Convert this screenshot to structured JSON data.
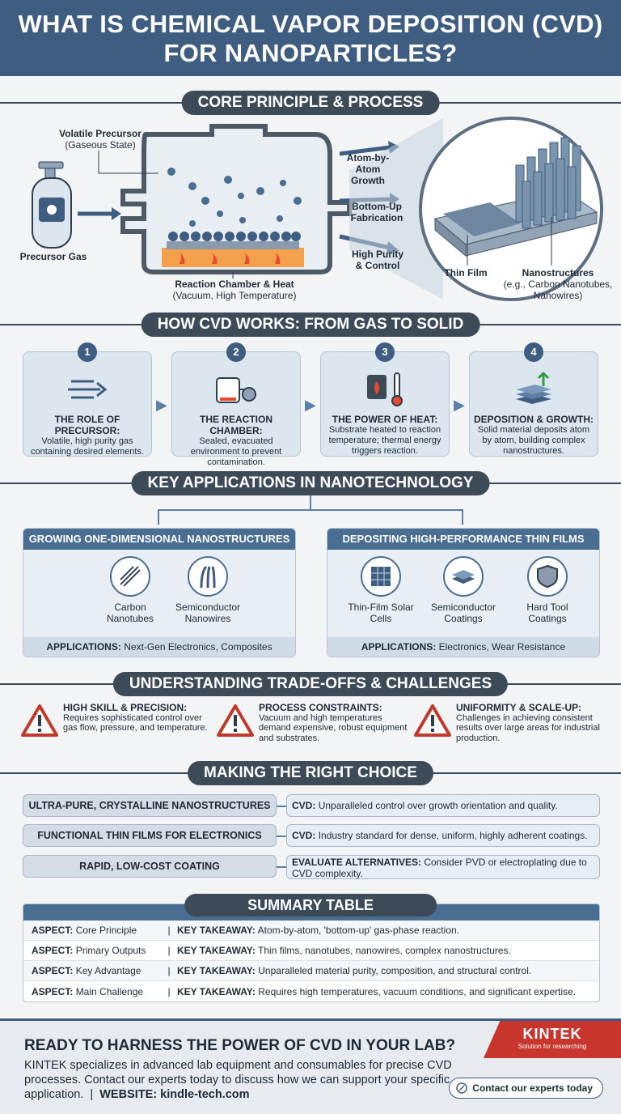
{
  "header": {
    "title": "WHAT IS CHEMICAL VAPOR DEPOSITION (CVD) FOR NANOPARTICLES?"
  },
  "core": {
    "title": "CORE PRINCIPLE & PROCESS",
    "volatile_precursor": "Volatile Precursor",
    "gaseous_state": "(Gaseous State)",
    "precursor_gas": "Precursor Gas",
    "chamber_label": "Reaction Chamber & Heat",
    "chamber_sub": "(Vacuum, High Temperature)",
    "atom_growth": "Atom-by-Atom Growth",
    "bottom_up": "Bottom-Up Fabrication",
    "high_purity": "High Purity & Control",
    "thin_film": "Thin Film",
    "nanostructures": "Nanostructures",
    "nanostructures_sub": "(e.g., Carbon Nanotubes, Nanowires)"
  },
  "how": {
    "title": "HOW CVD WORKS: FROM GAS TO SOLID",
    "steps": [
      {
        "num": "1",
        "title": "THE ROLE OF PRECURSOR:",
        "desc": "Volatile, high purity gas containing desired elements."
      },
      {
        "num": "2",
        "title": "THE REACTION CHAMBER:",
        "desc": "Sealed, evacuated environment to prevent contamination."
      },
      {
        "num": "3",
        "title": "THE POWER OF HEAT:",
        "desc": "Substrate heated to reaction temperature; thermal energy triggers reaction."
      },
      {
        "num": "4",
        "title": "DEPOSITION & GROWTH:",
        "desc": "Solid material deposits atom by atom, building complex nanostructures."
      }
    ]
  },
  "apps": {
    "title": "KEY APPLICATIONS IN NANOTECHNOLOGY",
    "left": {
      "header": "GROWING ONE-DIMENSIONAL NANOSTRUCTURES",
      "items": [
        "Carbon Nanotubes",
        "Semiconductor Nanowires"
      ],
      "apps_label": "APPLICATIONS:",
      "apps_value": "Next-Gen Electronics, Composites"
    },
    "right": {
      "header": "DEPOSITING HIGH-PERFORMANCE THIN FILMS",
      "items": [
        "Thin-Film Solar Cells",
        "Semiconductor Coatings",
        "Hard Tool Coatings"
      ],
      "apps_label": "APPLICATIONS:",
      "apps_value": "Electronics, Wear Resistance"
    }
  },
  "tradeoffs": {
    "title": "UNDERSTANDING TRADE-OFFS & CHALLENGES",
    "items": [
      {
        "title": "HIGH SKILL & PRECISION:",
        "desc": "Requires sophisticated control over gas flow, pressure, and temperature."
      },
      {
        "title": "PROCESS CONSTRAINTS:",
        "desc": "Vacuum and high temperatures demand expensive, robust equipment and substrates."
      },
      {
        "title": "UNIFORMITY & SCALE-UP:",
        "desc": "Challenges in achieving consistent results over large areas for industrial production."
      }
    ]
  },
  "choice": {
    "title": "MAKING THE RIGHT CHOICE",
    "rows": [
      {
        "need": "ULTRA-PURE, CRYSTALLINE NANOSTRUCTURES",
        "label": "CVD:",
        "answer": "Unparalleled control over growth orientation and quality."
      },
      {
        "need": "FUNCTIONAL THIN FILMS FOR ELECTRONICS",
        "label": "CVD:",
        "answer": "Industry standard for dense, uniform, highly adherent coatings."
      },
      {
        "need": "RAPID, LOW-COST COATING",
        "label": "EVALUATE ALTERNATIVES:",
        "answer": "Consider PVD or electroplating due to CVD complexity."
      }
    ]
  },
  "summary": {
    "title": "SUMMARY TABLE",
    "aspect_label": "ASPECT:",
    "takeaway_label": "KEY TAKEAWAY:",
    "rows": [
      {
        "aspect": "Core Principle",
        "takeaway": "Atom-by-atom, 'bottom-up' gas-phase reaction."
      },
      {
        "aspect": "Primary Outputs",
        "takeaway": "Thin films, nanotubes, nanowires, complex nanostructures."
      },
      {
        "aspect": "Key Advantage",
        "takeaway": "Unparalleled material purity, composition, and structural control."
      },
      {
        "aspect": "Main Challenge",
        "takeaway": "Requires high temperatures, vacuum conditions, and significant expertise."
      }
    ]
  },
  "footer": {
    "heading": "READY TO HARNESS THE POWER OF CVD IN YOUR LAB?",
    "body": "KINTEK specializes in advanced lab equipment and consumables for precise CVD processes. Contact our experts today to discuss how we can support your specific application.",
    "website_label": "WEBSITE:",
    "website": "kindle-tech.com",
    "brand": "KINTEK",
    "brand_tag": "Solution for researching",
    "contact_button": "Contact our experts today"
  },
  "colors": {
    "header": "#3e5d80",
    "pill": "#3d4b59",
    "accent": "#4a6d92",
    "brand": "#c8352d",
    "warning": "#c0392b"
  }
}
